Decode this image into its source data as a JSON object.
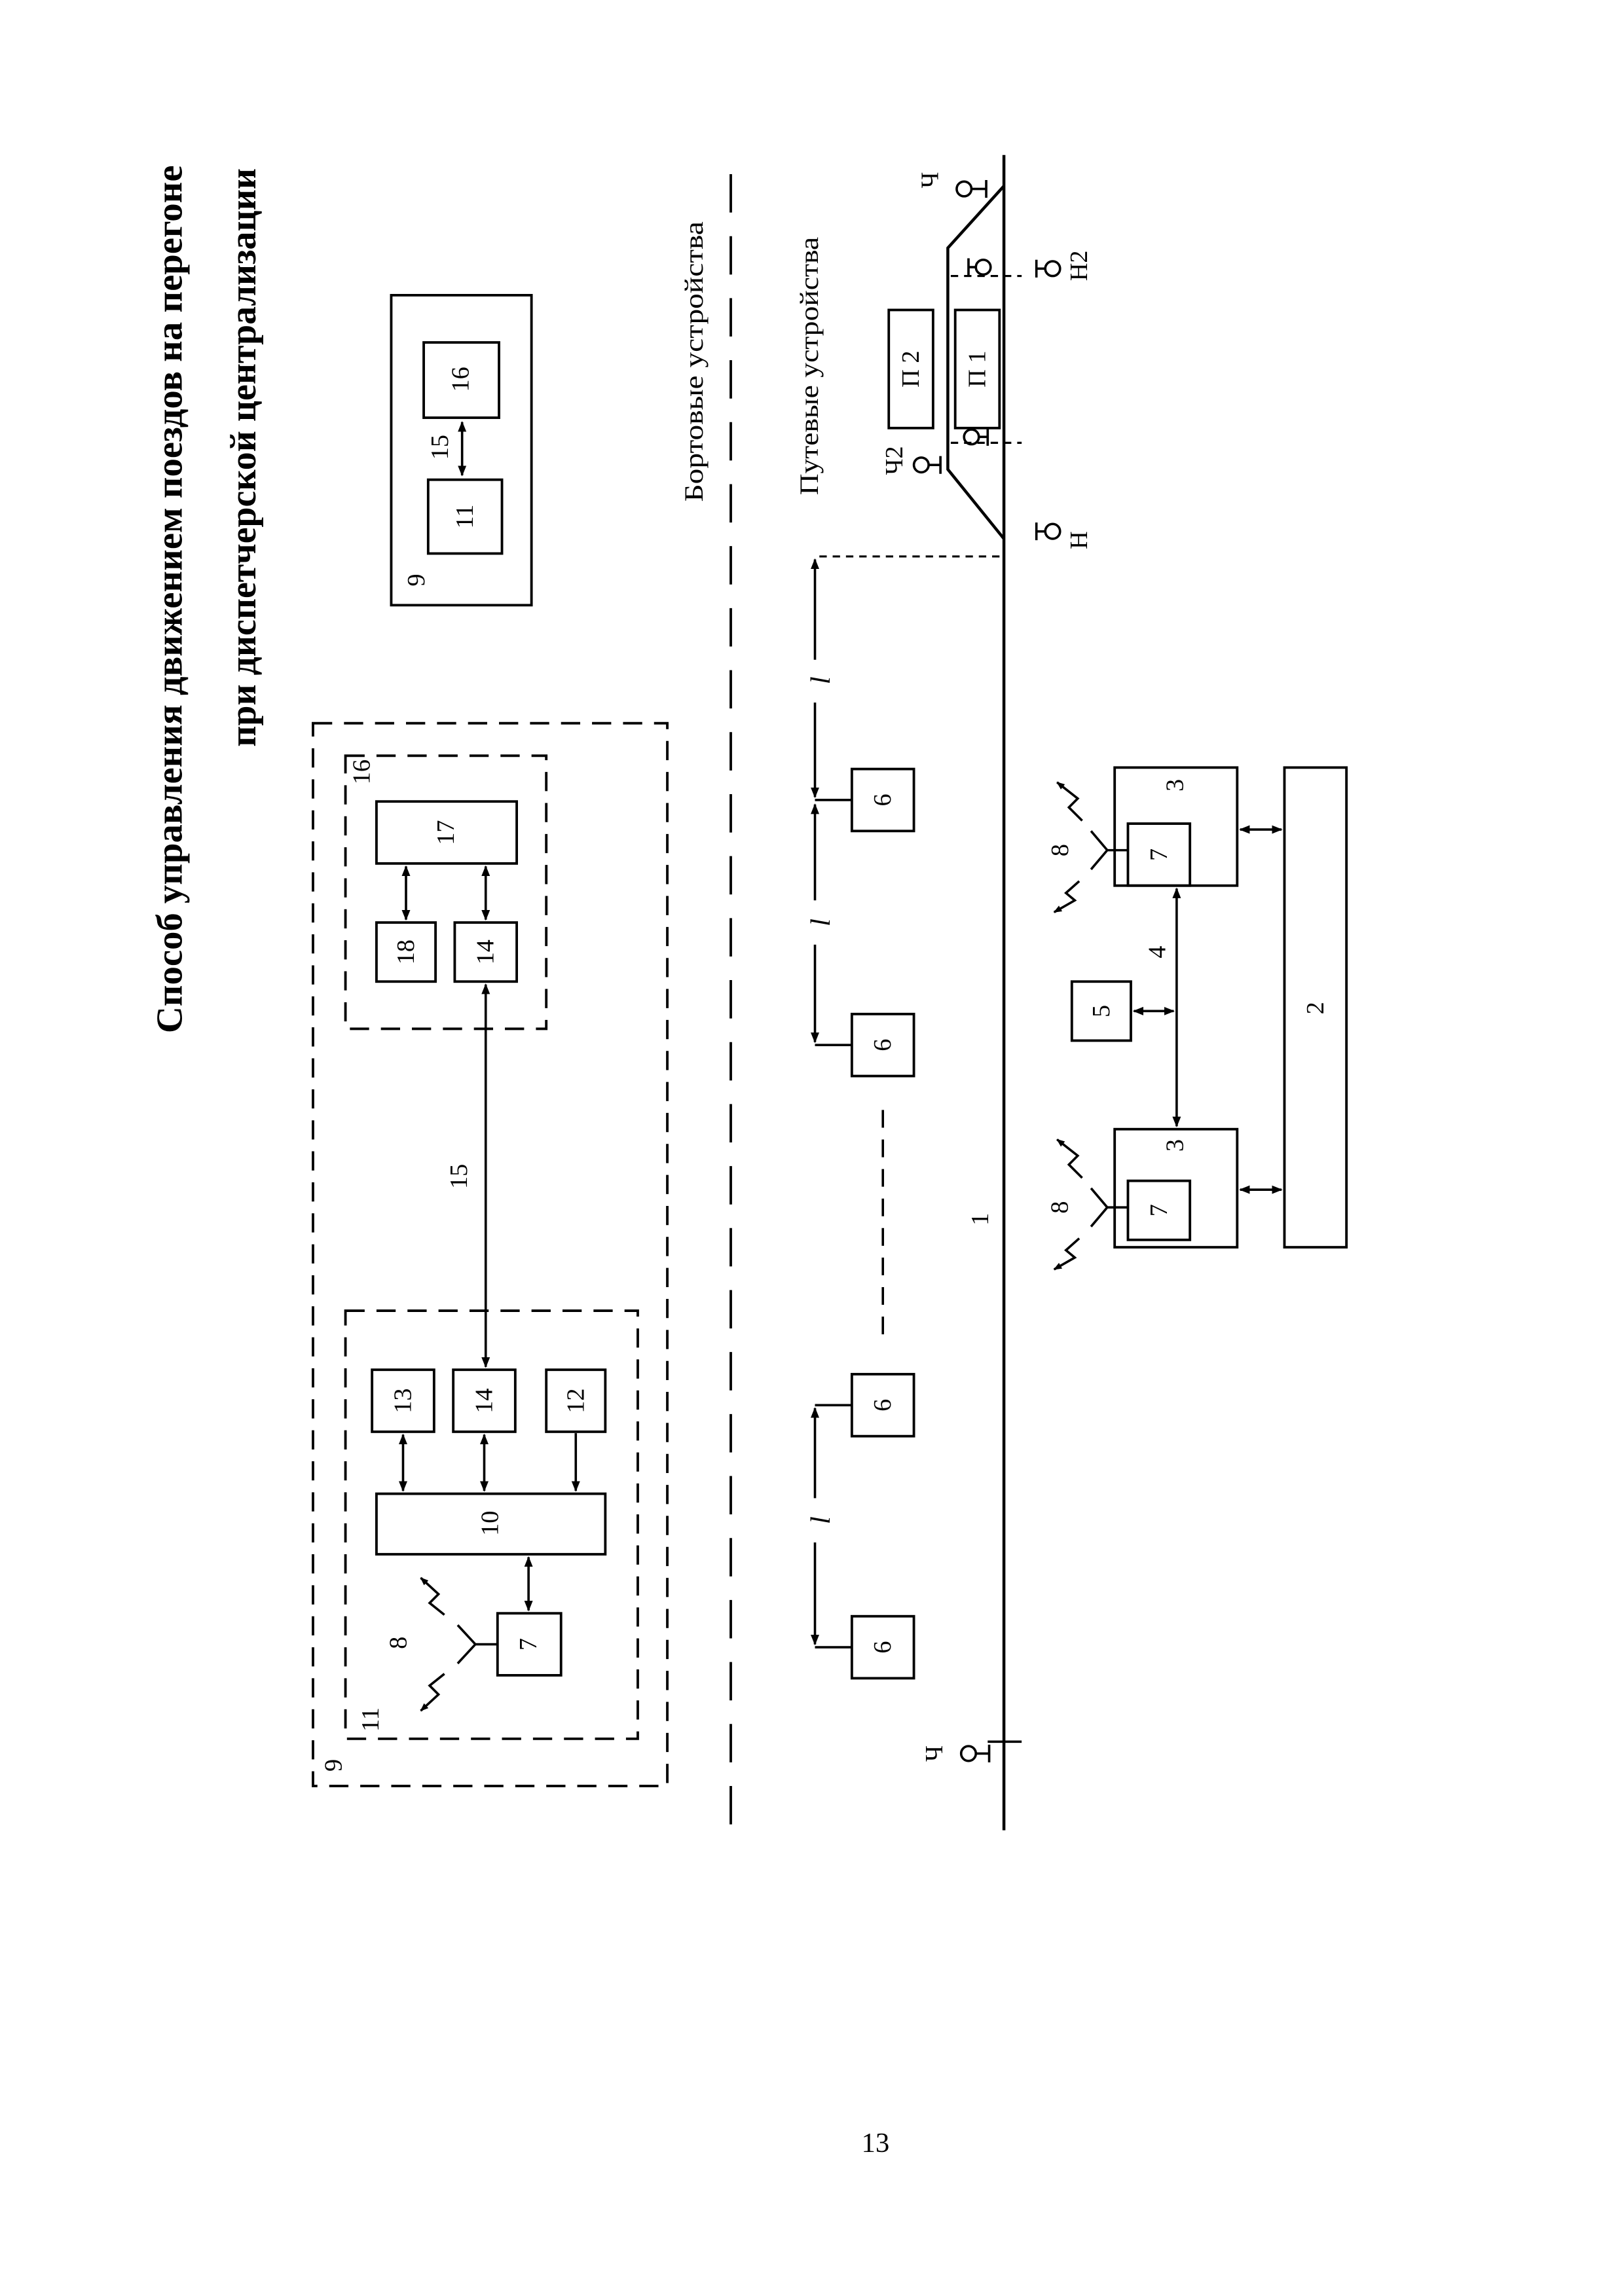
{
  "title": {
    "line1": "Способ управления движением поездов на перегоне",
    "line2": "при диспетчерской централизации"
  },
  "zones": {
    "onboard": "Бортовые устройства",
    "wayside": "Путевые устройства"
  },
  "overview": {
    "unit": "9",
    "onboard_module": "11",
    "dispatch_module": "16",
    "link": "15"
  },
  "onboard": {
    "unit": "9",
    "module": "11",
    "controller": "10",
    "block_13": "13",
    "block_14": "14",
    "block_12": "12",
    "radio": "7",
    "antenna": "8",
    "link": "15",
    "dispatch_module": "16",
    "dispatch_17": "17",
    "dispatch_18": "18",
    "dispatch_14": "14"
  },
  "track": {
    "rail": "1",
    "balise": "6",
    "spacing": "l",
    "signal_ch": "Ч",
    "signal_ch2": "Ч2",
    "signal_n": "Н",
    "signal_n2": "Н2",
    "track_p1": "П 1",
    "track_p2": "П 2"
  },
  "wayside": {
    "controller": "3",
    "radio": "7",
    "antenna": "8",
    "network": "4",
    "hub": "5",
    "center": "2"
  },
  "page_number": "13"
}
